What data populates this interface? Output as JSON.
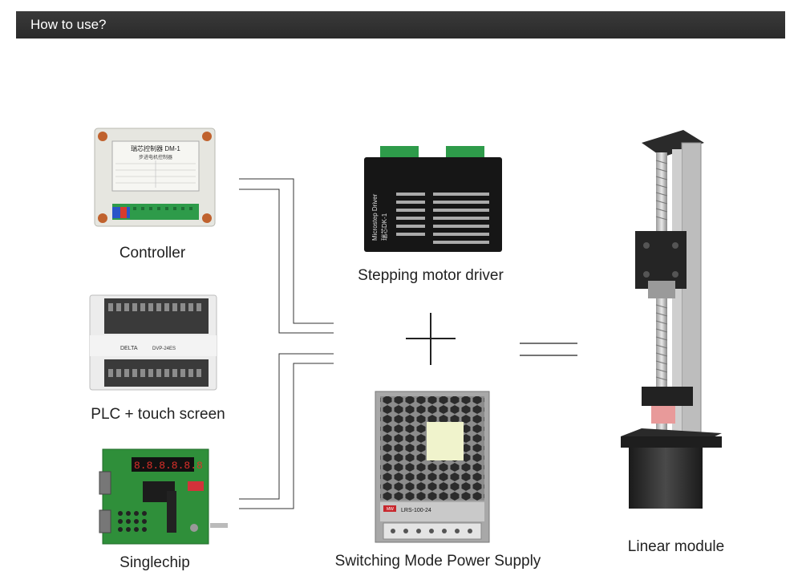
{
  "header": {
    "title": "How to use?"
  },
  "labels": {
    "controller": "Controller",
    "plc": "PLC + touch screen",
    "singlechip": "Singlechip",
    "driver": "Stepping motor driver",
    "power_supply": "Switching Mode Power Supply",
    "linear_module": "Linear module"
  },
  "device_text": {
    "controller_title": "瑞芯控制器 DM-1",
    "controller_subtitle": "步进电机控制器",
    "plc_brand": "DELTA",
    "plc_model": "DVP-24ES",
    "driver_name": "Microstep Driver",
    "driver_model": "瑞芯DK-1",
    "psu_brand": "MW",
    "psu_model": "LRS-100-24"
  },
  "colors": {
    "header_bg": "#2e2e2e",
    "connector_line": "#333333",
    "terminal_green": "#2e9b4a"
  }
}
